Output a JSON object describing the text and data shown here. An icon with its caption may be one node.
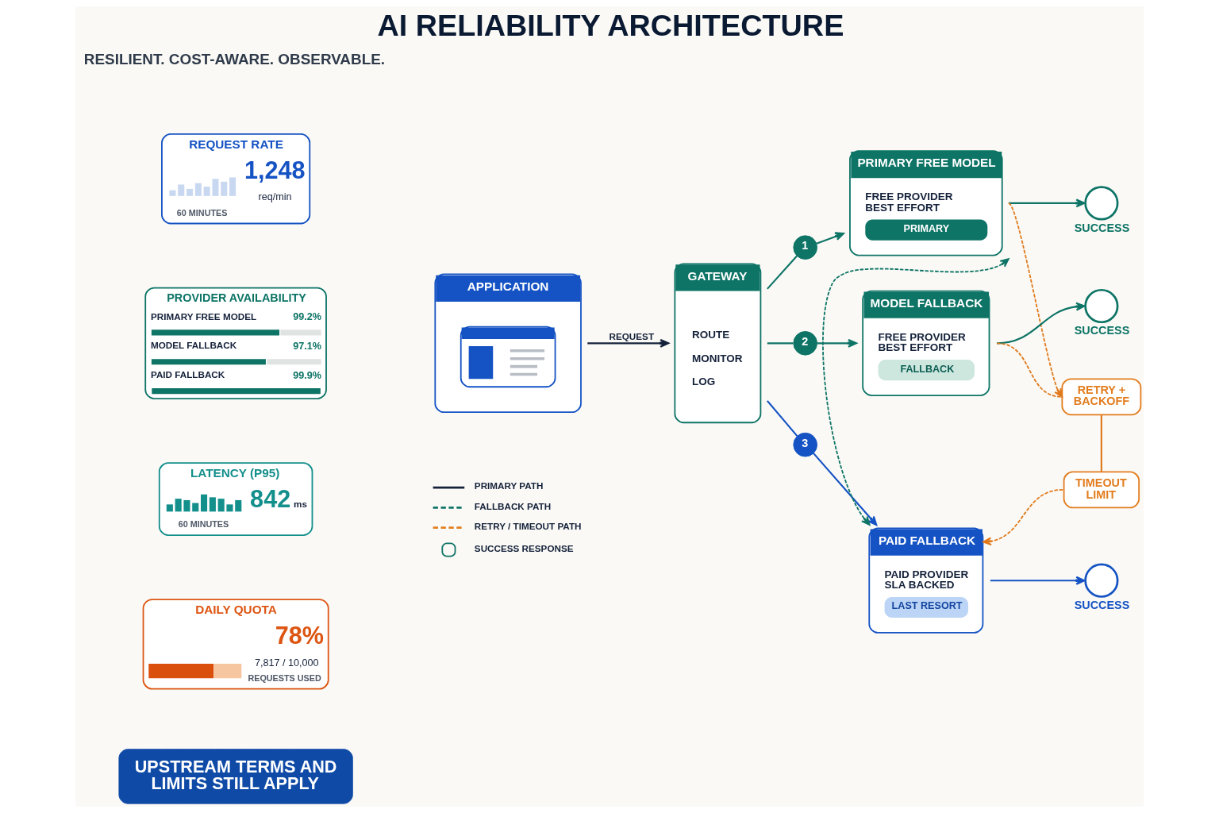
{
  "diagram": {
    "title": "AI RELIABILITY ARCHITECTURE",
    "nodes": [
      {
        "text": [
          "REQUEST RATE",
          "1,248",
          "req/min",
          "60 MINUTES"
        ]
      },
      {
        "text": [
          "PROVIDER AVAILABILITY",
          "PRIMARY FREE MODEL",
          "99.2%",
          "MODEL FALLBACK",
          "97.1%",
          "PAID FALLBACK",
          "99.9%"
        ]
      },
      {
        "text": [
          "LATENCY (P95)",
          "842",
          "ms",
          "60 MINUTES"
        ]
      },
      {
        "text": [
          "DAILY QUOTA",
          "78%",
          "7,817 / 10,000",
          "REQUESTS USED"
        ]
      },
      {
        "text": [
          "APPLICATION"
        ]
      },
      {
        "text": [
          "GATEWAY",
          "ROUTE",
          "MONITOR",
          "LOG"
        ]
      },
      {
        "text": [
          "1"
        ]
      },
      {
        "text": [
          "2"
        ]
      },
      {
        "text": [
          "3"
        ]
      },
      {
        "text": [
          "PRIMARY FREE MODEL",
          "FREE PROVIDER BEST EFFORT",
          "PRIMARY"
        ]
      },
      {
        "text": [
          "MODEL FALLBACK",
          "FREE PROVIDER BEST EFFORT",
          "FALLBACK"
        ]
      },
      {
        "text": [
          "PAID FALLBACK",
          "PAID PROVIDER SLA BACKED",
          "LAST RESORT"
        ]
      },
      {
        "text": [],
        "shape": "circle",
        "beside": [
          "SUCCESS"
        ]
      },
      {
        "text": [],
        "shape": "circle",
        "beside": [
          "SUCCESS"
        ]
      },
      {
        "text": [
          "RETRY + BACKOFF"
        ]
      },
      {
        "text": [
          "TIMEOUT LIMIT"
        ]
      },
      {
        "text": [],
        "shape": "circle",
        "beside": [
          "SUCCESS"
        ]
      },
      {
        "text": [
          "UPSTREAM TERMS AND LIMITS STILL APPLY"
        ]
      }
    ],
    "edges": [
      {
        "from": 4,
        "to": 5,
        "arrow": "to",
        "label": "REQUEST",
        "color": "#14213a"
      },
      {
        "from": 5,
        "to": 6,
        "arrow": "none"
      },
      {
        "from": 6,
        "to": 9,
        "arrow": "to"
      },
      {
        "from": 5,
        "to": 7,
        "arrow": "none"
      },
      {
        "from": 7,
        "to": 10,
        "arrow": "to"
      },
      {
        "from": 5,
        "to": 8,
        "arrow": "none",
        "color": "#1553c4"
      },
      {
        "from": 8,
        "to": 11,
        "arrow": "to",
        "color": "#1553c4"
      },
      {
        "from": 9,
        "to": 12,
        "arrow": "to"
      },
      {
        "from": 10,
        "to": 13,
        "arrow": "to"
      },
      {
        "from": 11,
        "to": 16,
        "arrow": "to",
        "color": "#1553c4"
      },
      {
        "from": 9,
        "to": 11,
        "arrow": "both",
        "style": "dashed"
      },
      {
        "from": 9,
        "to": 14,
        "arrow": "to",
        "style": "dashed",
        "color": "#e07a1c"
      },
      {
        "from": 10,
        "to": 14,
        "arrow": "none",
        "style": "dashed",
        "color": "#e07a1c"
      },
      {
        "from": 14,
        "to": 15,
        "arrow": "none",
        "color": "#e07a1c"
      },
      {
        "from": 15,
        "to": 11,
        "arrow": "to",
        "style": "dashed",
        "color": "#e07a1c"
      }
    ],
    "labels": [
      "RESILIENT. COST-AWARE. OBSERVABLE."
    ],
    "legend": [
      {
        "text": "PRIMARY PATH"
      },
      {
        "text": "FALLBACK PATH"
      },
      {
        "text": "RETRY / TIMEOUT PATH"
      },
      {
        "text": "SUCCESS RESPONSE"
      }
    ]
  }
}
